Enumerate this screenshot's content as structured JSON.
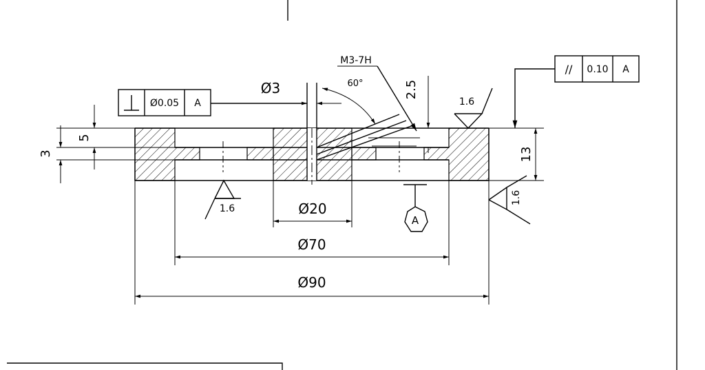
{
  "drawing": {
    "frame": {
      "vline_top": true,
      "title_block_stub": true
    },
    "dimensions": {
      "d3": "Ø3",
      "d20": "Ø20",
      "d70": "Ø70",
      "d90": "Ø90",
      "h5": "5",
      "h3": "3",
      "h13": "13",
      "chamfer_25": "2.5"
    },
    "thread": {
      "callout": "M3-7H",
      "angle": "60°"
    },
    "gdt_perp": {
      "symbol": "⊥",
      "tolerance": "Ø0.05",
      "datum": "A"
    },
    "gdt_parallel": {
      "symbol": "//",
      "tolerance": "0.10",
      "datum": "A"
    },
    "surface_finish": {
      "top": "1.6",
      "bottom_left": "1.6",
      "right": "1.6"
    },
    "datum_label": "A"
  }
}
